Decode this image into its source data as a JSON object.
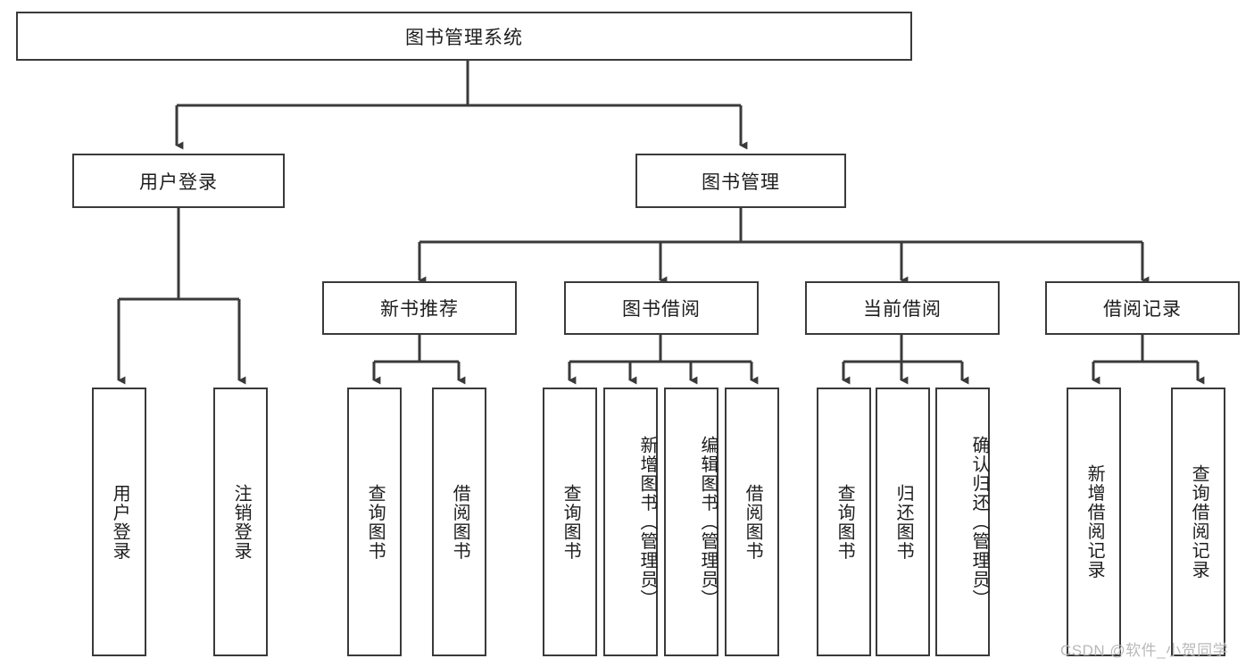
{
  "diagram": {
    "title": "图书管理系统",
    "type": "tree-hierarchy",
    "watermark": "CSDN @软件_小贺同学",
    "root": {
      "label": "图书管理系统"
    },
    "level2": [
      {
        "label": "用户登录"
      },
      {
        "label": "图书管理"
      }
    ],
    "level3": [
      {
        "label": "新书推荐"
      },
      {
        "label": "图书借阅"
      },
      {
        "label": "当前借阅"
      },
      {
        "label": "借阅记录"
      }
    ],
    "leaves": {
      "user_login": [
        {
          "label": "用户登录"
        },
        {
          "label": "注销登录"
        }
      ],
      "new_book_recommend": [
        {
          "label": "查询图书"
        },
        {
          "label": "借阅图书"
        }
      ],
      "book_borrow": [
        {
          "label": "查询图书"
        },
        {
          "label": "新增图书（管理员）"
        },
        {
          "label": "编辑图书（管理员）"
        },
        {
          "label": "借阅图书"
        }
      ],
      "current_borrow": [
        {
          "label": "查询图书"
        },
        {
          "label": "归还图书"
        },
        {
          "label": "确认归还（管理员）"
        }
      ],
      "borrow_record": [
        {
          "label": "新增借阅记录"
        },
        {
          "label": "查询借阅记录"
        }
      ]
    },
    "colors": {
      "stroke": "#3a3a3a",
      "fill": "#ffffff",
      "text": "#1d1d1d",
      "watermark": "#b9b9b9"
    }
  }
}
